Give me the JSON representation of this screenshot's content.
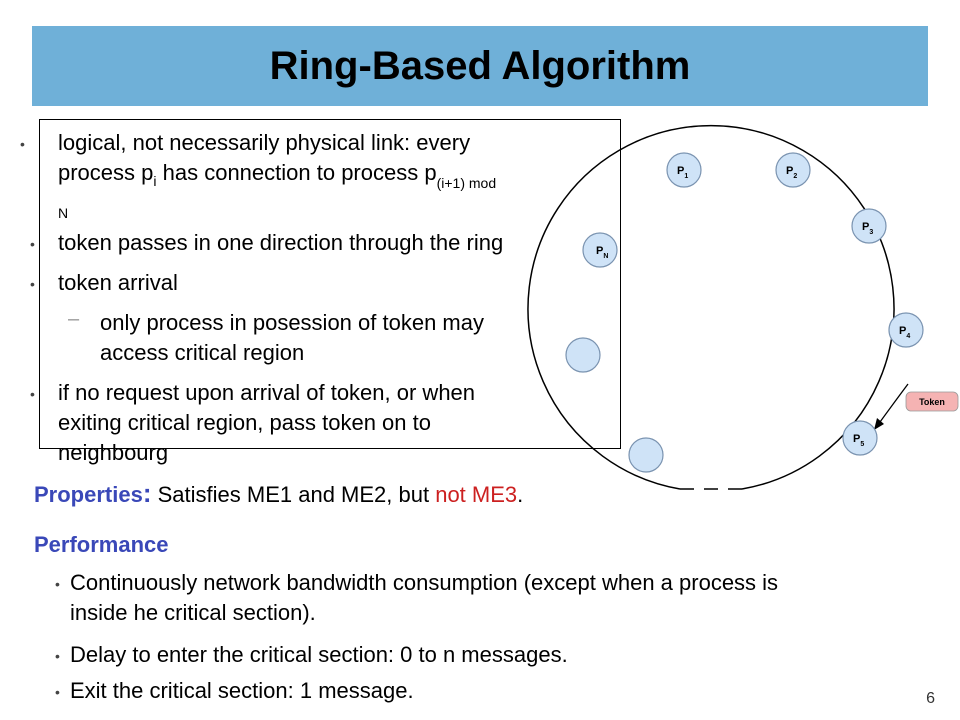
{
  "slide": {
    "title": "Ring-Based Algorithm",
    "page_number": "6"
  },
  "box": {
    "bullet1": {
      "line1": "logical, not necessarily physical link: every",
      "line2_a": "process p",
      "line2_sub": "i",
      "line2_b": " has connection to process p",
      "line2_sub2": "(i+1) mod",
      "line3_sub": "N"
    },
    "bullet2": "token passes in one direction through the ring",
    "bullet3": "token arrival",
    "sub1_line1": "only process in posession of token may",
    "sub1_line2": "access critical region",
    "bullet4_line1": "if no request upon arrival of token, or when",
    "bullet4_line2": "exiting critical region, pass token on to",
    "bullet4_line3": "neighbourg"
  },
  "properties": {
    "label": "Properties",
    "colon": ":",
    "text_a": " Satisfies ME1 and ME2, but ",
    "text_red": "not ME3",
    "text_end": "."
  },
  "performance": {
    "heading": "Performance",
    "item1_line1": "Continuously network bandwidth consumption (except when a process is",
    "item1_line2": "inside he critical section).",
    "item2": "Delay to enter the critical section: 0 to n messages.",
    "item3": "Exit the critical section: 1 message."
  },
  "diagram": {
    "nodes": [
      {
        "main": "P",
        "sub": "1"
      },
      {
        "main": "P",
        "sub": "2"
      },
      {
        "main": "P",
        "sub": "3"
      },
      {
        "main": "P",
        "sub": "4"
      },
      {
        "main": "P",
        "sub": "5"
      },
      {
        "main": "P",
        "sub": "N"
      }
    ],
    "token_label": "Token",
    "colors": {
      "node_fill": "#cfe3f7",
      "node_stroke": "#7a93b0",
      "token_fill": "#f5b3b3",
      "ring": "#000000"
    }
  }
}
